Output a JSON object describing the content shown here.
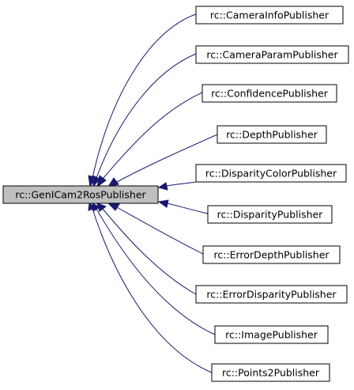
{
  "diagram": {
    "base_class": "rc::GenICam2RosPublisher",
    "derived_classes": [
      "rc::CameraInfoPublisher",
      "rc::CameraParamPublisher",
      "rc::ConfidencePublisher",
      "rc::DepthPublisher",
      "rc::DisparityColorPublisher",
      "rc::DisparityPublisher",
      "rc::ErrorDepthPublisher",
      "rc::ErrorDisparityPublisher",
      "rc::ImagePublisher",
      "rc::Points2Publisher"
    ],
    "colors": {
      "edge": "#191970",
      "base_fill": "#bfbfbf",
      "node_fill": "#ffffff",
      "border": "#000000"
    }
  }
}
